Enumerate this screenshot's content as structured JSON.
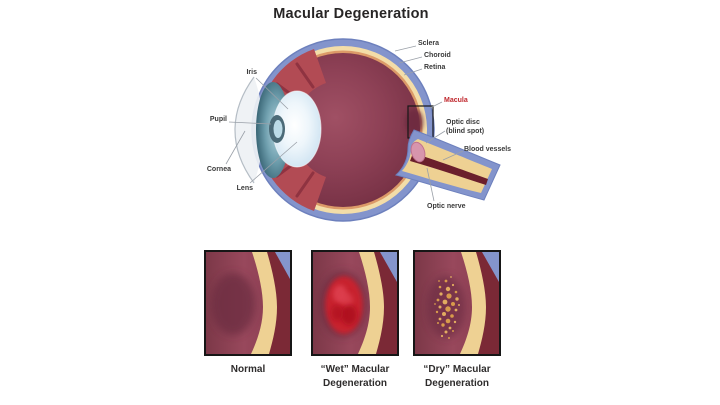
{
  "title": "Macular Degeneration",
  "eye_labels": {
    "iris": "Iris",
    "pupil": "Pupil",
    "cornea": "Cornea",
    "lens": "Lens",
    "sclera": "Sclera",
    "choroid": "Choroid",
    "retina": "Retina",
    "macula": "Macula",
    "optic_disc_line1": "Optic disc",
    "optic_disc_line2": "(blind spot)",
    "blood_vessels": "Blood vessels",
    "optic_nerve": "Optic nerve"
  },
  "panels": [
    {
      "caption_line1": "Normal",
      "caption_line2": ""
    },
    {
      "caption_line1": "“Wet” Macular",
      "caption_line2": "Degeneration"
    },
    {
      "caption_line1": "“Dry” Macular",
      "caption_line2": "Degeneration"
    }
  ],
  "colors": {
    "macula_label": "#c0272d",
    "sclera_blue": "#8394cc",
    "choroid_cream": "#f3dda8",
    "retina_orange": "#dc9a68",
    "vitreous_maroon": "#8e4156",
    "ciliary_red": "#b24b54",
    "nerve_stripe": "#6b1f2c",
    "hemorrhage_red": "#c7202f",
    "drusen_yellow": "#d89b4b",
    "text_dark": "#2e2c2c"
  }
}
